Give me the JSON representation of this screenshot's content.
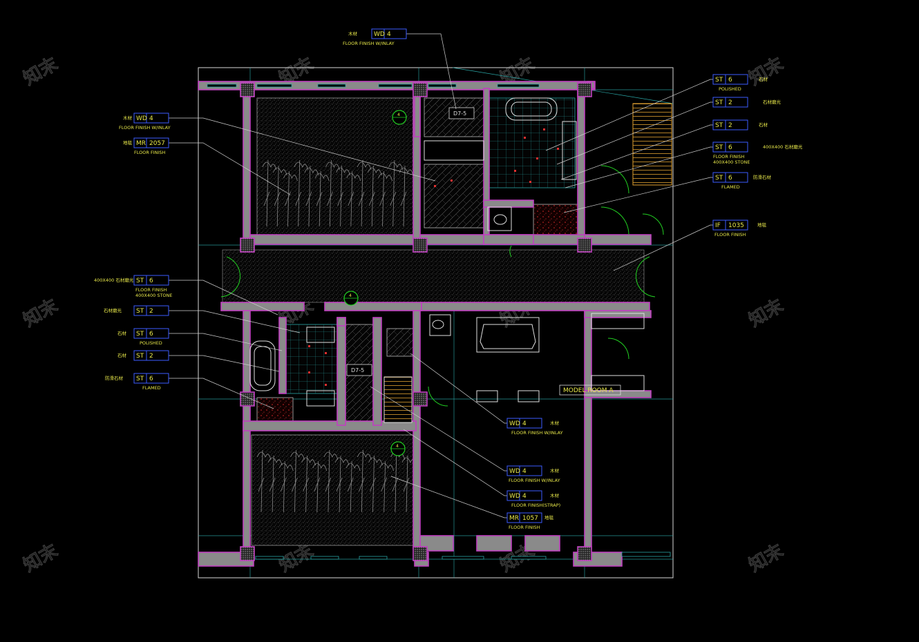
{
  "drawing": {
    "room_label": "MODEL ROOM A",
    "watermark": "知末",
    "colors": {
      "background": "#000000",
      "wall": "#c040c0",
      "wall_fill": "#8a8a8a",
      "grid": "#2aa6a6",
      "hatch": "#6a6a6a",
      "fixture": "#e0e0e0",
      "tag": "#e8e84a",
      "tag_box": "#3c5cff",
      "leader": "#d0d0d0",
      "green": "#22d022",
      "red": "#e03030",
      "orange": "#e0a030"
    },
    "door_tags": [
      "D7-5",
      "D7-5"
    ],
    "section_marks": [
      "4",
      "4",
      "4"
    ]
  },
  "tags": [
    {
      "code": "WD",
      "num": "4",
      "sub": "FLOOR FINISH W/INLAY",
      "cn": "木材"
    },
    {
      "code": "WD",
      "num": "4",
      "sub": "FLOOR FINISH W/INLAY",
      "cn": "木材"
    },
    {
      "code": "MR",
      "num": "2057",
      "sub": "FLOOR FINISH",
      "cn": "地毯"
    },
    {
      "code": "ST",
      "num": "6",
      "sub": "POLISHED",
      "cn": "石材"
    },
    {
      "code": "ST",
      "num": "2",
      "sub": "",
      "cn": "石材磨光"
    },
    {
      "code": "ST",
      "num": "2",
      "sub": "",
      "cn": "石材"
    },
    {
      "code": "ST",
      "num": "6",
      "sub": "FLOOR FINISH",
      "sub2": "400X400 STONE",
      "cn": "400X400 石材磨光"
    },
    {
      "code": "ST",
      "num": "6",
      "sub": "FLAMED",
      "cn": "防滑石材"
    },
    {
      "code": "IF",
      "num": "1035",
      "sub": "FLOOR FINISH",
      "cn": "地毯"
    },
    {
      "code": "ST",
      "num": "6",
      "sub": "FLOOR FINISH",
      "sub2": "400X400 STONE",
      "cn": "400X400 石材磨光"
    },
    {
      "code": "ST",
      "num": "2",
      "sub": "",
      "cn": "石材磨光"
    },
    {
      "code": "ST",
      "num": "6",
      "sub": "POLISHED",
      "cn": "石材"
    },
    {
      "code": "ST",
      "num": "2",
      "sub": "",
      "cn": "石材"
    },
    {
      "code": "ST",
      "num": "6",
      "sub": "FLAMED",
      "cn": "防滑石材"
    },
    {
      "code": "WD",
      "num": "4",
      "sub": "FLOOR FINISH W/INLAY",
      "cn": "木材"
    },
    {
      "code": "WD",
      "num": "4",
      "sub": "FLOOR FINISH W/INLAY",
      "cn": "木材"
    },
    {
      "code": "WD",
      "num": "4",
      "sub": "FLOOR FINISH(STRAP)",
      "cn": "木材"
    },
    {
      "code": "MR",
      "num": "1057",
      "sub": "FLOOR FINISH",
      "cn": "地毯"
    }
  ]
}
